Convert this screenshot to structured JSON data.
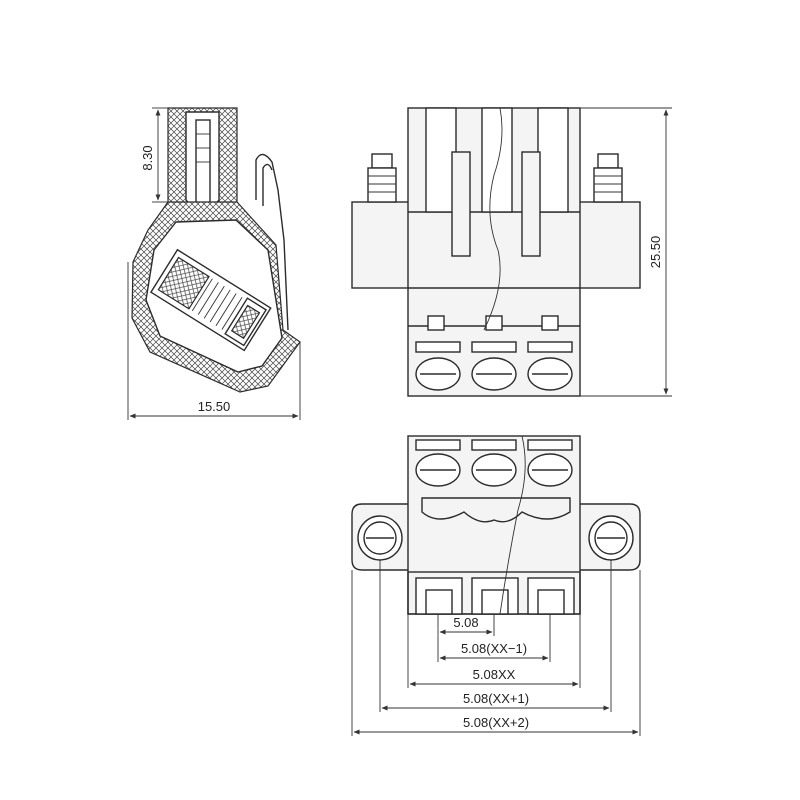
{
  "dimensions": {
    "side_view_height": "8.30",
    "side_view_width": "15.50",
    "front_view_height": "25.50",
    "pitch": "5.08",
    "pitch_xx_minus_1": "5.08(XX−1)",
    "pitch_xx": "5.08XX",
    "pitch_xx_plus_1": "5.08(XX+1)",
    "pitch_xx_plus_2": "5.08(XX+2)"
  },
  "colors": {
    "line": "#2b2b2b",
    "fill": "#f4f4f4"
  }
}
